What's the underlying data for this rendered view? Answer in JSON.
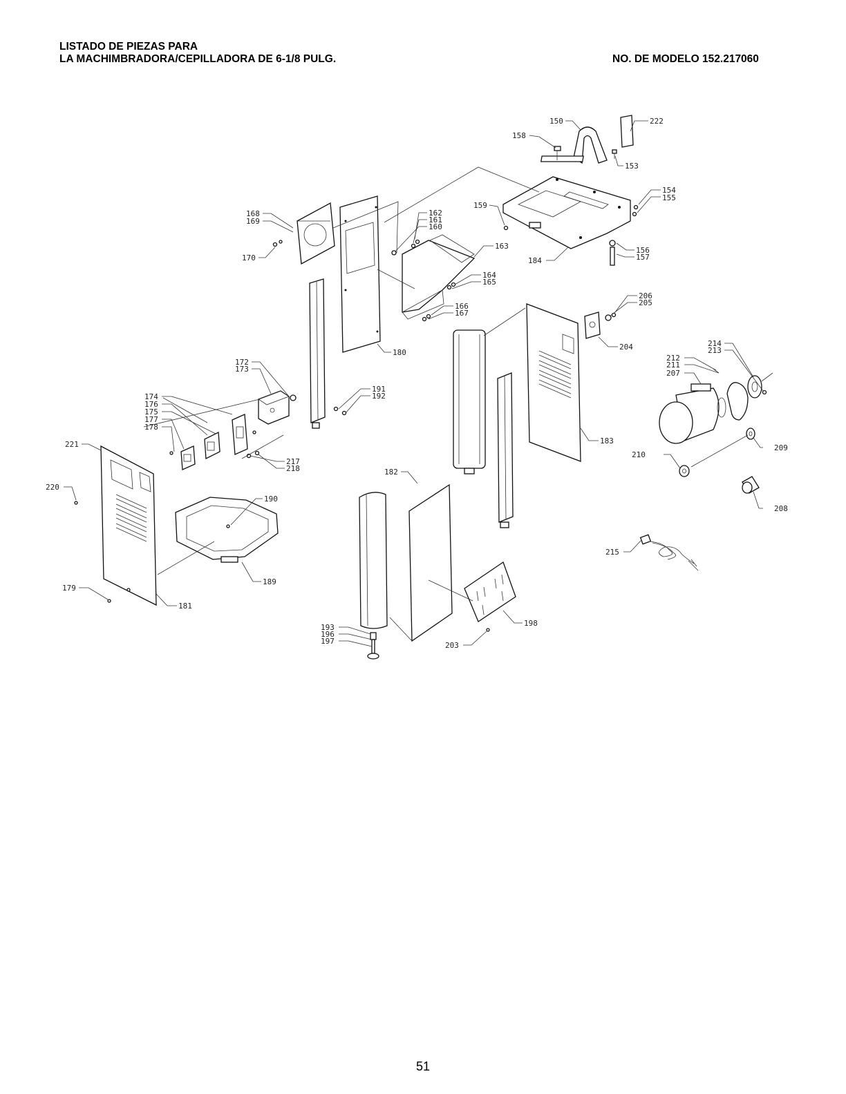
{
  "header": {
    "line1": "LISTADO DE PIEZAS PARA",
    "line2": "LA MACHIMBRADORA/CEPILLADORA DE 6-1/8 PULG.",
    "model": "NO. DE MODELO 152.217060"
  },
  "page_number": "51",
  "callouts": [
    {
      "id": "c150",
      "text": "150"
    },
    {
      "id": "c222",
      "text": "222"
    },
    {
      "id": "c158",
      "text": "158"
    },
    {
      "id": "c153",
      "text": "153"
    },
    {
      "id": "c154",
      "text": "154"
    },
    {
      "id": "c155",
      "text": "155"
    },
    {
      "id": "c159",
      "text": "159"
    },
    {
      "id": "c156",
      "text": "156"
    },
    {
      "id": "c157",
      "text": "157"
    },
    {
      "id": "c184",
      "text": "184"
    },
    {
      "id": "c168",
      "text": "168"
    },
    {
      "id": "c169",
      "text": "169"
    },
    {
      "id": "c170",
      "text": "170"
    },
    {
      "id": "c162",
      "text": "162"
    },
    {
      "id": "c161",
      "text": "161"
    },
    {
      "id": "c160",
      "text": "160"
    },
    {
      "id": "c163",
      "text": "163"
    },
    {
      "id": "c164",
      "text": "164"
    },
    {
      "id": "c165",
      "text": "165"
    },
    {
      "id": "c166",
      "text": "166"
    },
    {
      "id": "c167",
      "text": "167"
    },
    {
      "id": "c206",
      "text": "206"
    },
    {
      "id": "c205",
      "text": "205"
    },
    {
      "id": "c204",
      "text": "204"
    },
    {
      "id": "c180",
      "text": "180"
    },
    {
      "id": "c214",
      "text": "214"
    },
    {
      "id": "c213",
      "text": "213"
    },
    {
      "id": "c212",
      "text": "212"
    },
    {
      "id": "c211",
      "text": "211"
    },
    {
      "id": "c207",
      "text": "207"
    },
    {
      "id": "c172",
      "text": "172"
    },
    {
      "id": "c173",
      "text": "173"
    },
    {
      "id": "c191",
      "text": "191"
    },
    {
      "id": "c192",
      "text": "192"
    },
    {
      "id": "c174",
      "text": "174"
    },
    {
      "id": "c176",
      "text": "176"
    },
    {
      "id": "c175",
      "text": "175"
    },
    {
      "id": "c177",
      "text": "177"
    },
    {
      "id": "c178",
      "text": "178"
    },
    {
      "id": "c183",
      "text": "183"
    },
    {
      "id": "c209",
      "text": "209"
    },
    {
      "id": "c210",
      "text": "210"
    },
    {
      "id": "c221",
      "text": "221"
    },
    {
      "id": "c217",
      "text": "217"
    },
    {
      "id": "c218",
      "text": "218"
    },
    {
      "id": "c182",
      "text": "182"
    },
    {
      "id": "c220",
      "text": "220"
    },
    {
      "id": "c190",
      "text": "190"
    },
    {
      "id": "c208",
      "text": "208"
    },
    {
      "id": "c215",
      "text": "215"
    },
    {
      "id": "c189",
      "text": "189"
    },
    {
      "id": "c179",
      "text": "179"
    },
    {
      "id": "c181",
      "text": "181"
    },
    {
      "id": "c198",
      "text": "198"
    },
    {
      "id": "c193",
      "text": "193"
    },
    {
      "id": "c196",
      "text": "196"
    },
    {
      "id": "c197",
      "text": "197"
    },
    {
      "id": "c203",
      "text": "203"
    }
  ]
}
